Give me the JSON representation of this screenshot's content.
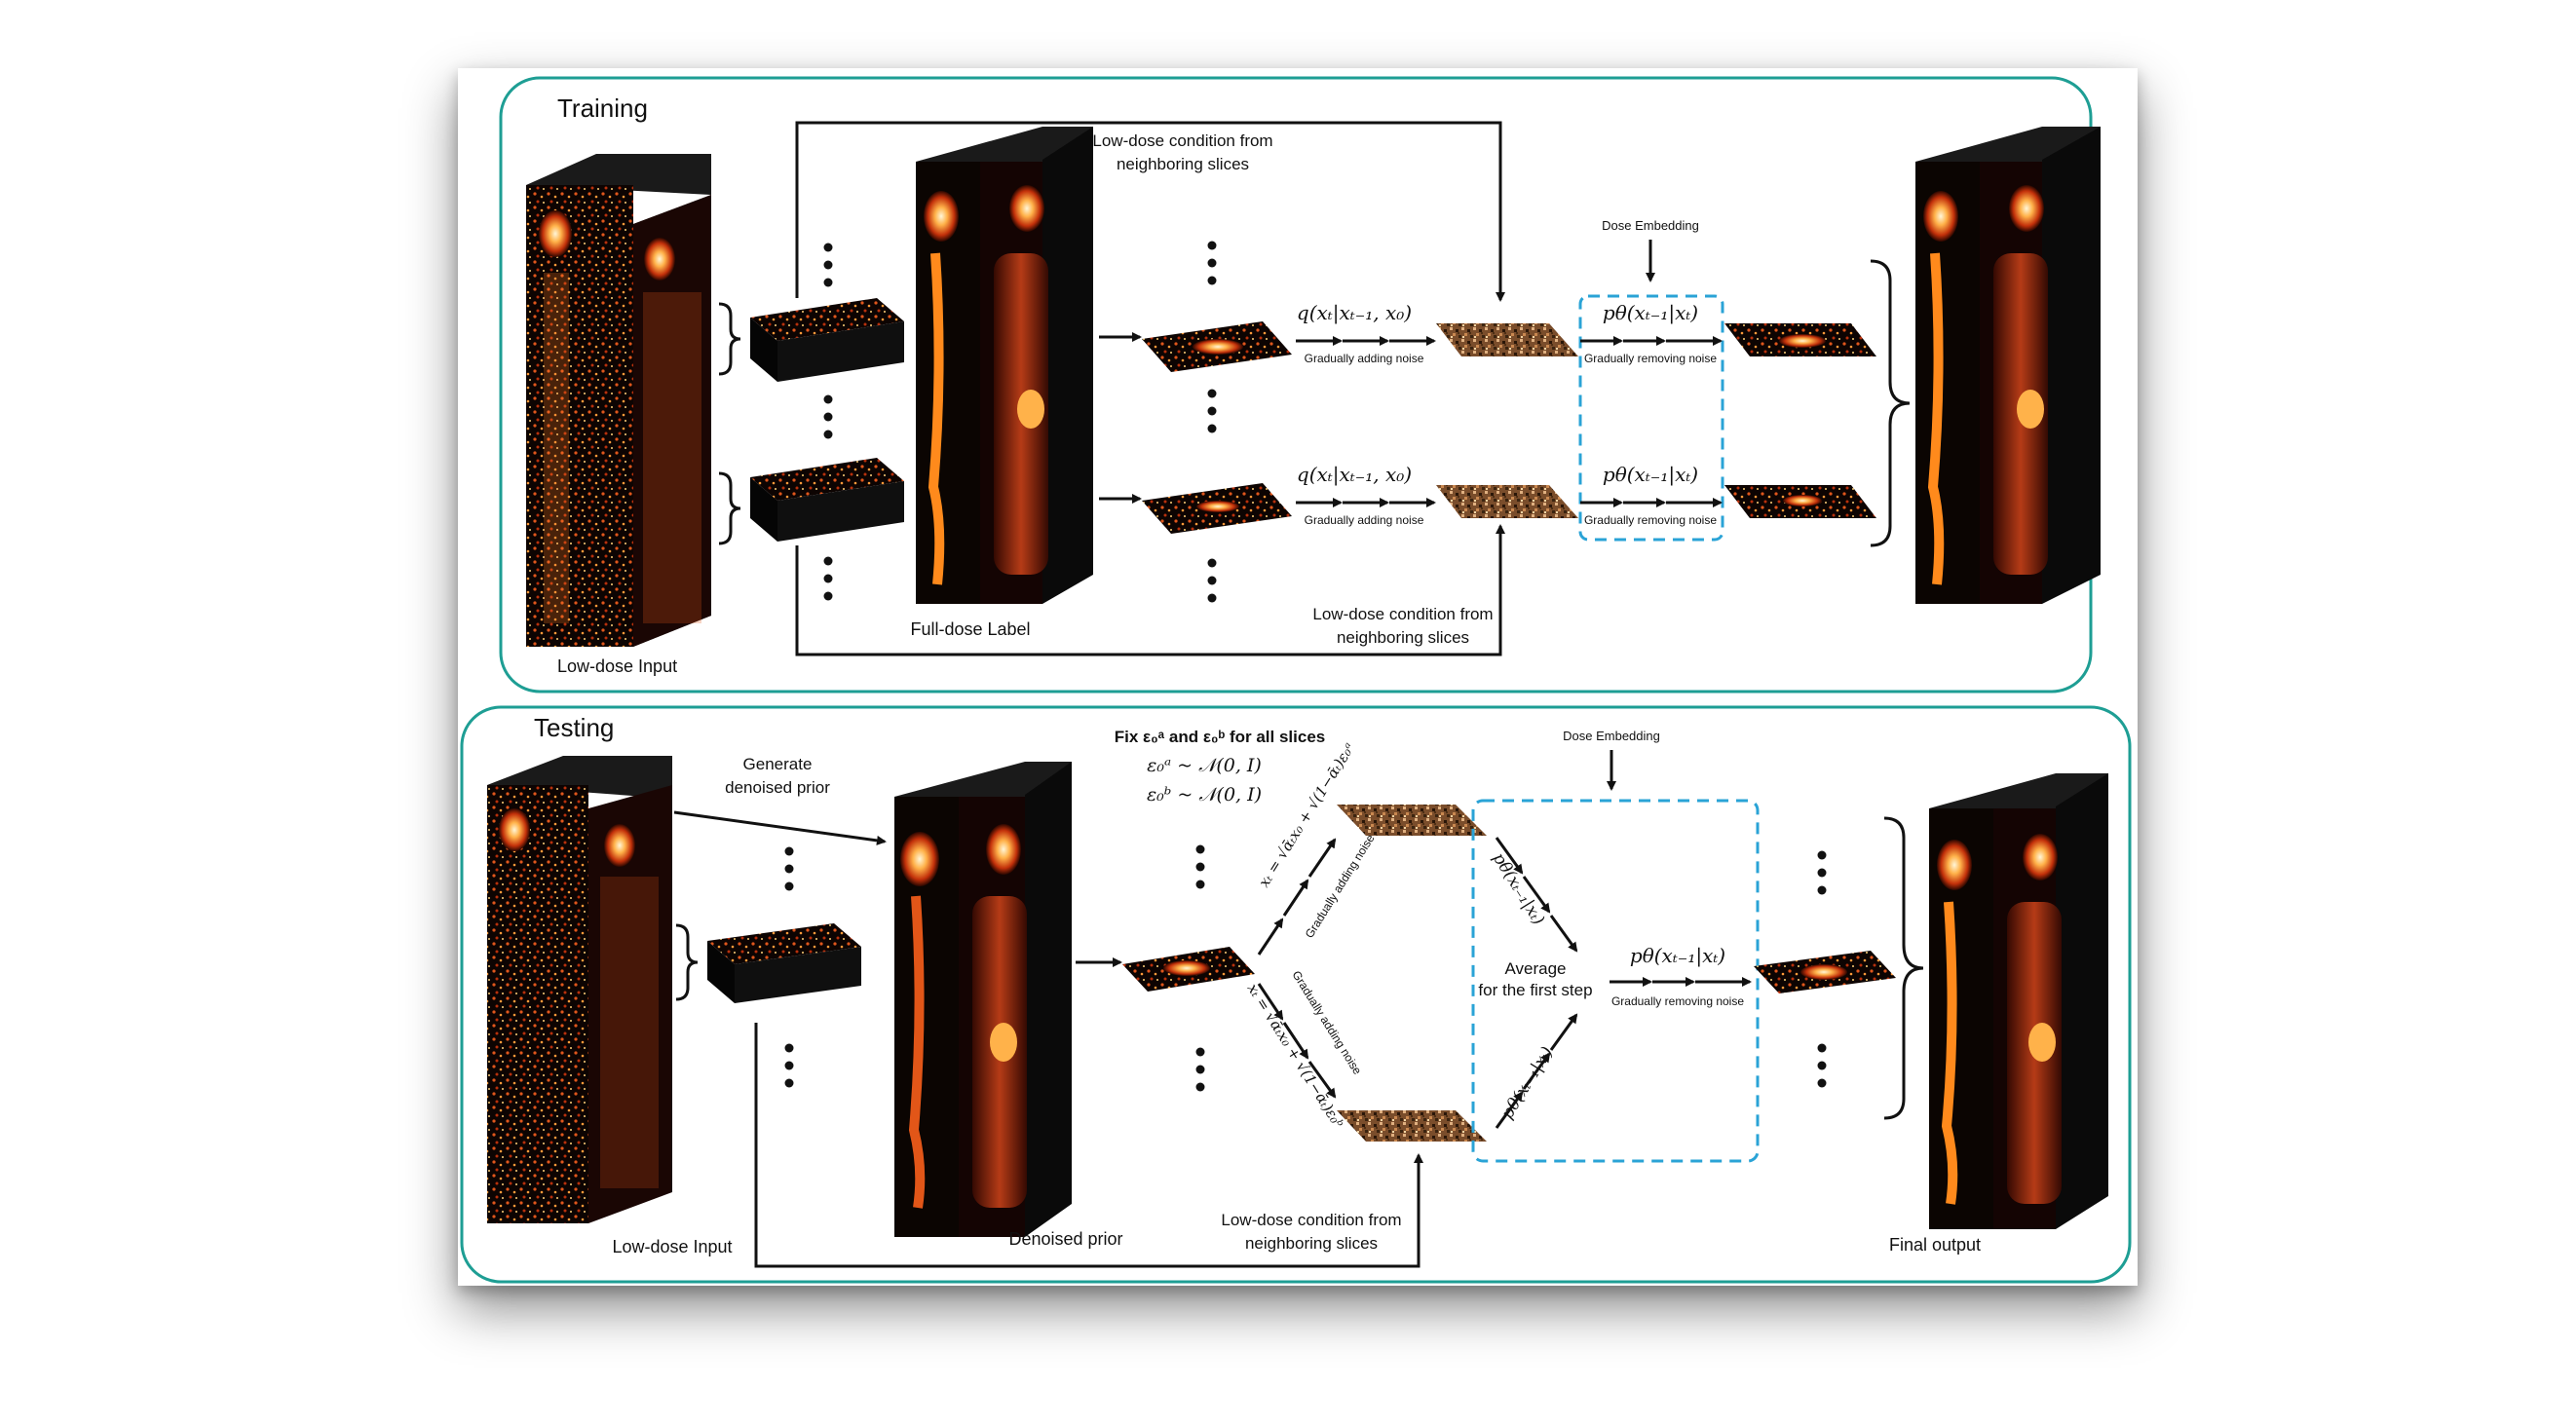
{
  "training": {
    "title": "Training",
    "low_dose_input": "Low-dose Input",
    "full_dose_label": "Full-dose Label",
    "cond_top_1": "Low-dose condition from",
    "cond_top_2": "neighboring slices",
    "cond_bottom_1": "Low-dose condition from",
    "cond_bottom_2": "neighboring slices",
    "dose_embedding": "Dose Embedding",
    "q_formula": "q(xₜ|xₜ₋₁, x₀)",
    "adding_noise": "Gradually adding noise",
    "p_formula": "pθ(xₜ₋₁|xₜ)",
    "removing_noise": "Gradually removing noise"
  },
  "testing": {
    "title": "Testing",
    "low_dose_input": "Low-dose Input",
    "generate_prior_1": "Generate",
    "generate_prior_2": "denoised prior",
    "denoised_prior": "Denoised prior",
    "fix_eps": "Fix ε₀ᵃ and ε₀ᵇ for all slices",
    "eps_a": "ε₀ᵃ ~ 𝒩(0, I)",
    "eps_b": "ε₀ᵇ ~ 𝒩(0, I)",
    "xt_a": "xₜ = √ᾱₜx₀ + √(1−ᾱₜ)ε₀ᵃ",
    "xt_b": "xₜ = √ᾱₜx₀ + √(1−ᾱₜ)ε₀ᵇ",
    "adding_noise_a": "Gradually adding noise",
    "adding_noise_b": "Gradually adding noise",
    "p_diag_a": "pθ(xₜ₋₁|xₜ)",
    "p_diag_b": "pθ(xₜ₋₁|xₜ)",
    "average_1": "Average",
    "average_2": "for the first step",
    "p_formula": "pθ(xₜ₋₁|xₜ)",
    "removing_noise": "Gradually removing noise",
    "dose_embedding": "Dose Embedding",
    "cond_1": "Low-dose condition from",
    "cond_2": "neighboring slices",
    "final_output": "Final output"
  },
  "colors": {
    "panel_border": "#1e9e94",
    "dashed_box": "#2aa3d6",
    "arrow": "#111111",
    "pet_hot": "#ff8a1c",
    "pet_bright": "#fff6d8",
    "volume_dark": "#0b0502"
  }
}
